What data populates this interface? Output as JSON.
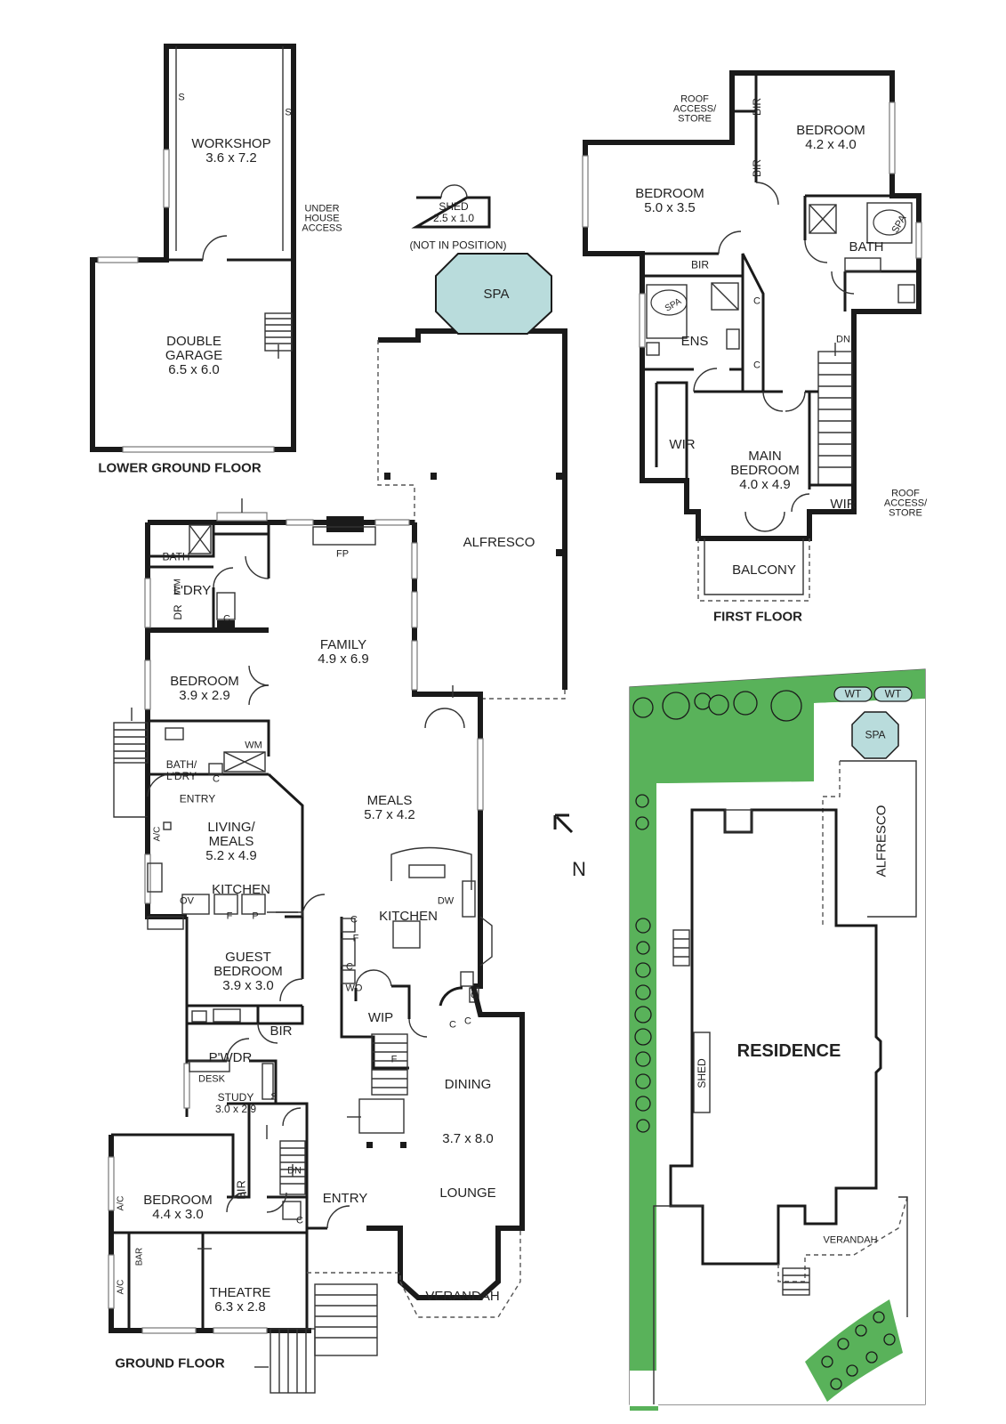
{
  "floors": {
    "lower_ground": "LOWER GROUND FLOOR",
    "ground": "GROUND FLOOR",
    "first": "FIRST FLOOR"
  },
  "lower": {
    "workshop": {
      "name": "WORKSHOP",
      "dim": "3.6 x 7.2"
    },
    "garage": {
      "name1": "DOUBLE",
      "name2": "GARAGE",
      "dim": "6.5 x 6.0"
    },
    "under_house": [
      "UNDER",
      "HOUSE",
      "ACCESS"
    ],
    "s": "S"
  },
  "shed": {
    "name": "SHED",
    "dim": "2.5 x 1.0",
    "note": "(NOT IN POSITION)"
  },
  "ground": {
    "spa": "SPA",
    "alfresco": "ALFRESCO",
    "fp": "FP",
    "bath": "BATH",
    "ldry": "L'DRY",
    "dr": "DR",
    "wm": "WM",
    "c": "C",
    "family": {
      "name": "FAMILY",
      "dim": "4.9 x 6.9"
    },
    "bedroom1": {
      "name": "BEDROOM",
      "dim": "3.9 x 2.9"
    },
    "bath_ldry": [
      "BATH/",
      "L'DRY"
    ],
    "entry": "ENTRY",
    "meals": {
      "name": "MEALS",
      "dim": "5.7 x 4.2"
    },
    "ac": "A/C",
    "living": {
      "name1": "LIVING/",
      "name2": "MEALS",
      "dim": "5.2 x 4.9"
    },
    "kitchen_small": "KITCHEN",
    "ov": "OV",
    "f": "F",
    "p": "P",
    "dw": "DW",
    "kitchen": "KITCHEN",
    "wo": "WO",
    "guest": {
      "name1": "GUEST",
      "name2": "BEDROOM",
      "dim": "3.9 x 3.0"
    },
    "wip": "WIP",
    "bir": "BIR",
    "pwdr": "P'WDR",
    "desk": "DESK",
    "study": {
      "name": "STUDY",
      "dim": "3.0 x 2.9"
    },
    "dining": "DINING",
    "dining_dim": "3.7 x 8.0",
    "lounge": "LOUNGE",
    "dn": "DN",
    "bedroom2": {
      "name": "BEDROOM",
      "dim": "4.4 x 3.0"
    },
    "bar": "BAR",
    "theatre": {
      "name": "THEATRE",
      "dim": "6.3 x 2.8"
    },
    "verandah": "VERANDAH"
  },
  "first": {
    "roof1": [
      "ROOF",
      "ACCESS/",
      "STORE"
    ],
    "bir": "BIR",
    "bedroom_a": {
      "name": "BEDROOM",
      "dim": "4.2 x 4.0"
    },
    "bedroom_b": {
      "name": "BEDROOM",
      "dim": "5.0 x 3.5"
    },
    "spa": "SPA",
    "bath": "BATH",
    "ens": "ENS",
    "c": "C",
    "dn": "DN",
    "wir": "WIR",
    "main": {
      "name1": "MAIN",
      "name2": "BEDROOM",
      "dim": "4.0 x 4.9"
    },
    "roof2": [
      "ROOF",
      "ACCESS/",
      "STORE"
    ],
    "balcony": "BALCONY"
  },
  "compass": "N",
  "site": {
    "wt": "WT",
    "spa": "SPA",
    "alfresco": "ALFRESCO",
    "residence": "RESIDENCE",
    "shed": "SHED",
    "verandah": "VERANDAH"
  },
  "colors": {
    "spa": "#b9dcdc",
    "garden": "#59b25a",
    "wall": "#1a1a1a"
  }
}
